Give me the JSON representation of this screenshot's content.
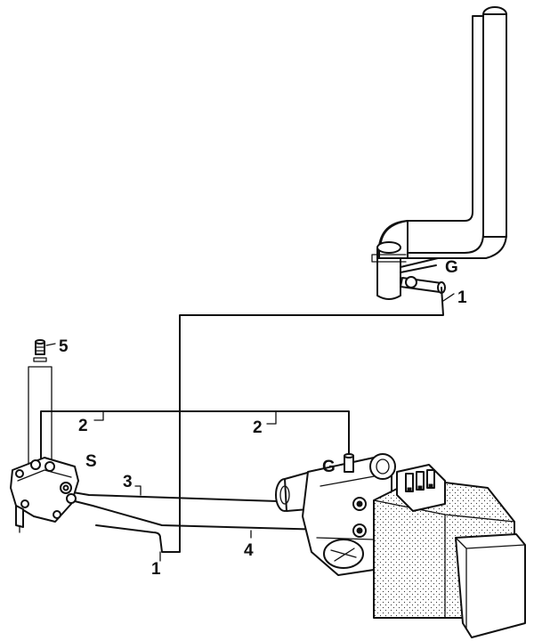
{
  "labels": {
    "l1_top": "1",
    "l1_bottom": "1",
    "l2_left": "2",
    "l2_right": "2",
    "l3": "3",
    "l4": "4",
    "l5": "5",
    "g_top": "G",
    "g_bottom": "G",
    "s": "S"
  },
  "colors": {
    "ink": "#111111",
    "paper": "#ffffff"
  }
}
